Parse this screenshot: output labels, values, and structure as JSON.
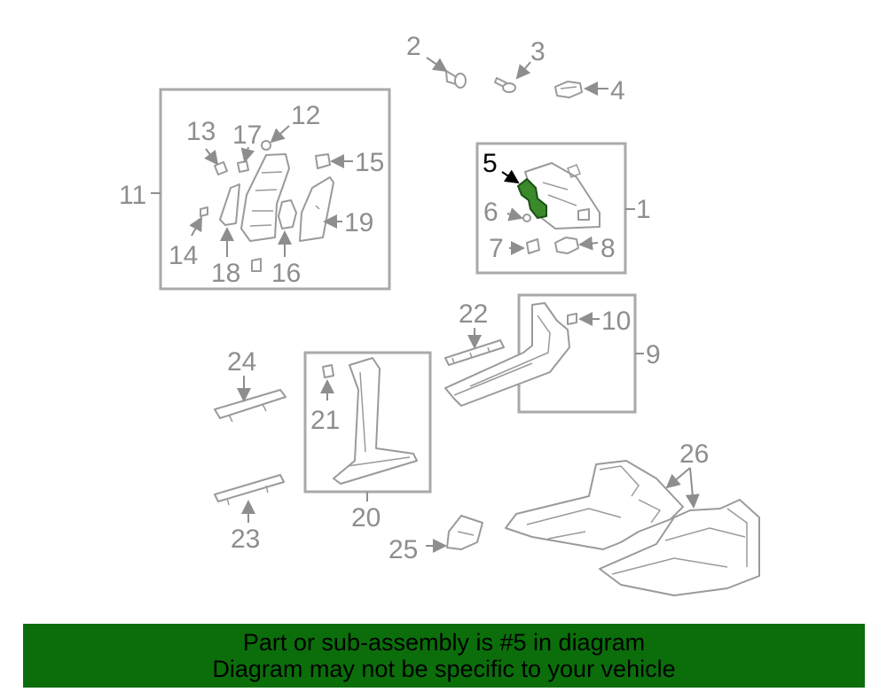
{
  "callouts": {
    "c1": "1",
    "c2": "2",
    "c3": "3",
    "c4": "4",
    "c5": "5",
    "c6": "6",
    "c7": "7",
    "c8": "8",
    "c9": "9",
    "c10": "10",
    "c11": "11",
    "c12": "12",
    "c13": "13",
    "c14": "14",
    "c15": "15",
    "c16": "16",
    "c17": "17",
    "c18": "18",
    "c19": "19",
    "c20": "20",
    "c21": "21",
    "c22": "22",
    "c23": "23",
    "c24": "24",
    "c25": "25",
    "c26": "26"
  },
  "highlight": {
    "part_number": "5",
    "color": "#3a8a2c"
  },
  "banner": {
    "line1": "Part or sub-assembly is #5 in diagram",
    "line2": "Diagram may not be specific to your vehicle",
    "background": "#0b6e0b"
  }
}
